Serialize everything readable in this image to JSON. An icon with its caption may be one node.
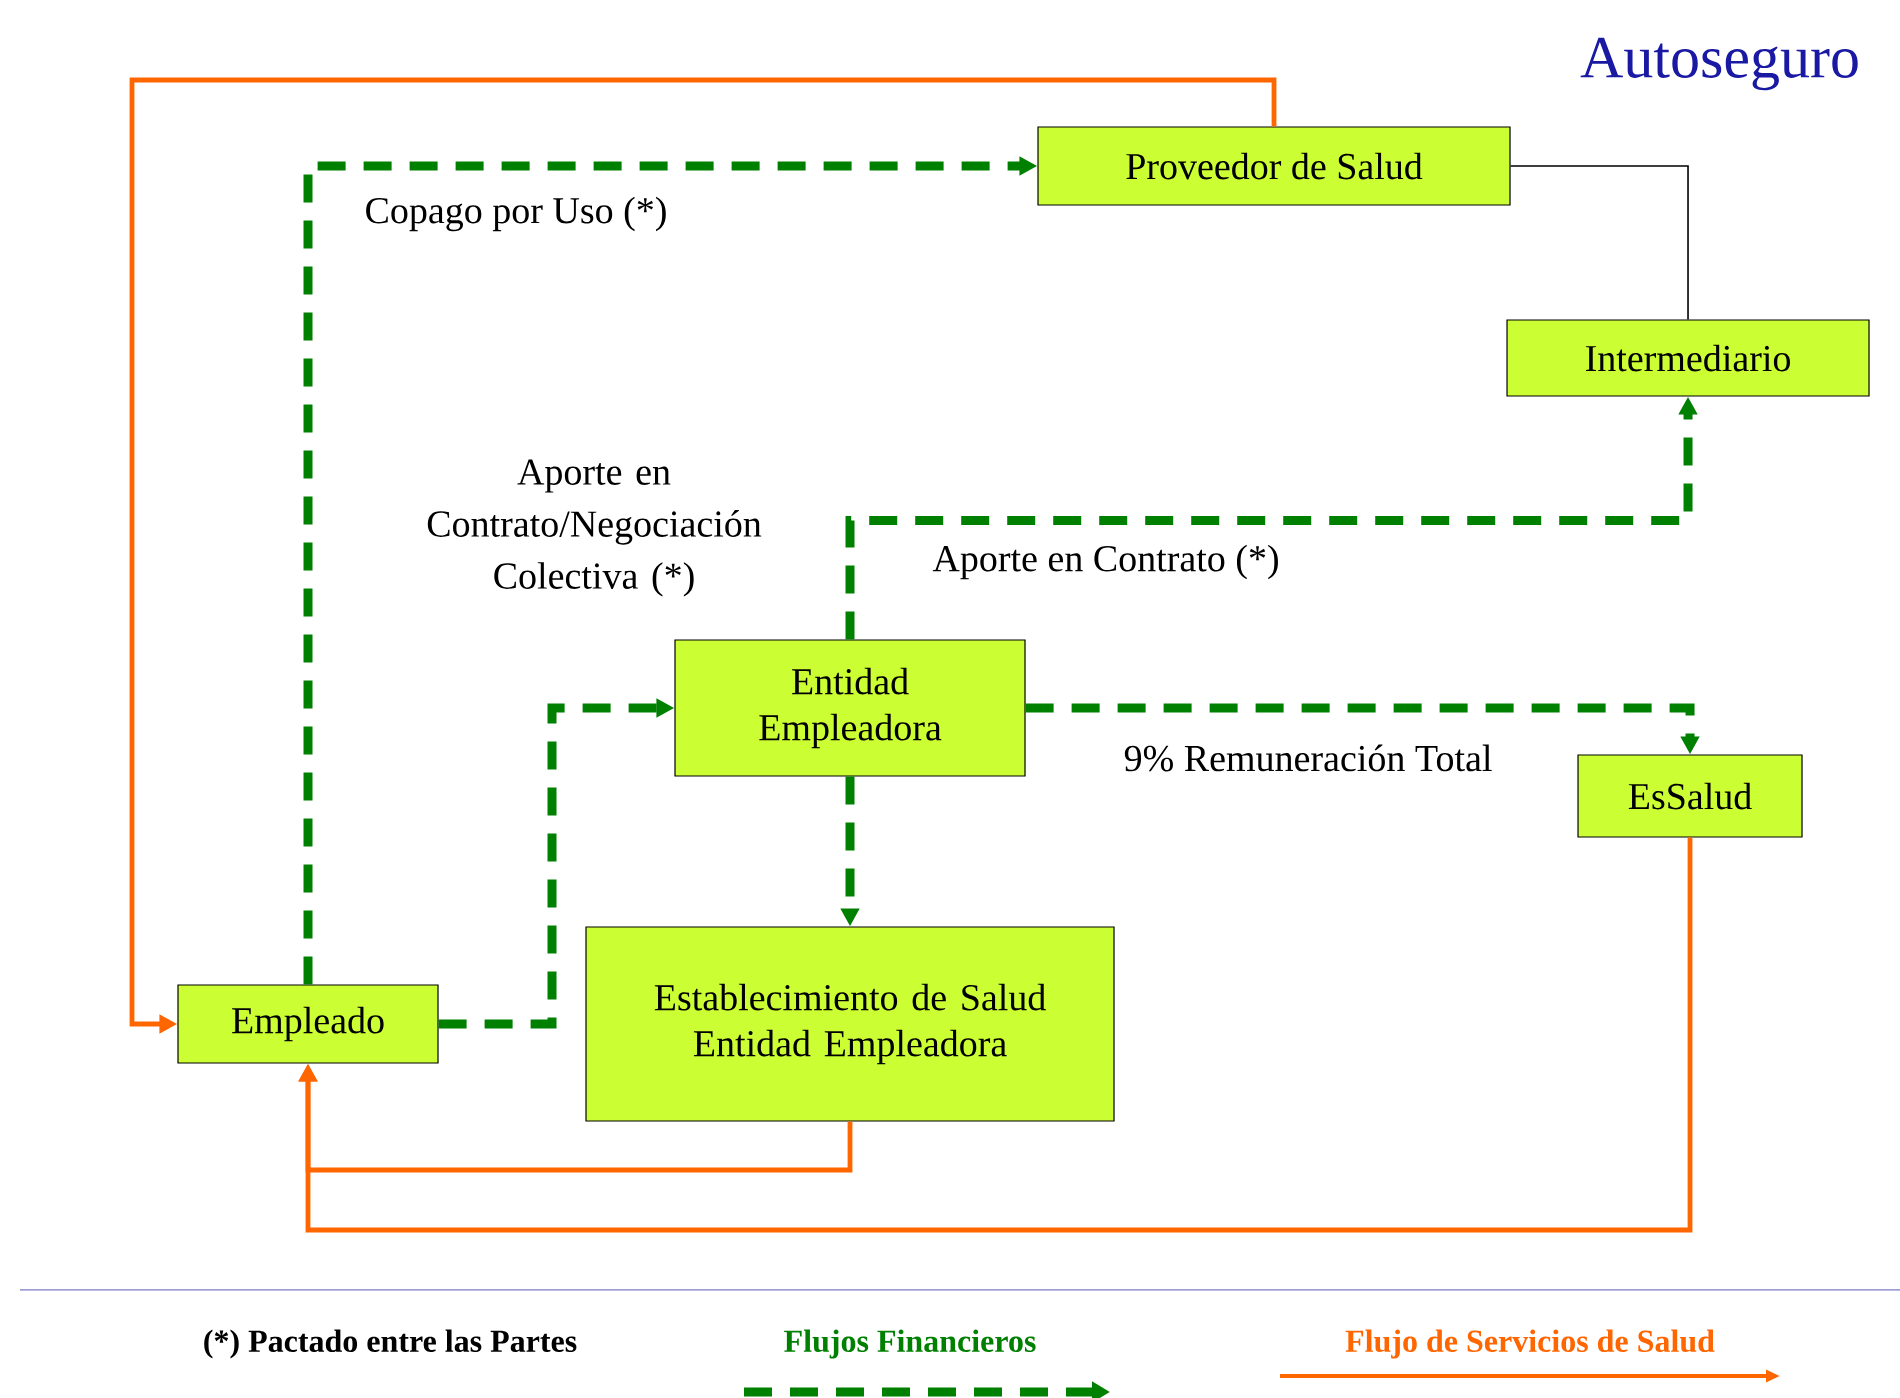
{
  "diagram": {
    "title": "Autoseguro",
    "nodes": [
      {
        "text": [
          "Proveedor de Salud"
        ]
      },
      {
        "text": [
          "Intermediario"
        ]
      },
      {
        "text": [
          "Entidad Empleadora"
        ]
      },
      {
        "text": [
          "EsSalud"
        ]
      },
      {
        "text": [
          "Empleado"
        ]
      },
      {
        "text": [
          "Establecimiento de Salud Entidad Empleadora"
        ]
      }
    ],
    "edges": [
      {
        "from": 4,
        "to": 0,
        "arrow": "to",
        "style": "dashed",
        "label": "Copago por Uso (*)"
      },
      {
        "from": 0,
        "to": 4,
        "arrow": "to",
        "color": "#ff6600"
      },
      {
        "from": 0,
        "to": 1,
        "arrow": "none",
        "color": "#000000"
      },
      {
        "from": 2,
        "to": 1,
        "arrow": "to",
        "style": "dashed",
        "label": "Aporte en Contrato (*)"
      },
      {
        "from": 4,
        "to": 2,
        "arrow": "to",
        "style": "dashed",
        "label": "Aporte en Contrato/Negociación Colectiva (*)"
      },
      {
        "from": 2,
        "to": 3,
        "arrow": "to",
        "style": "dashed",
        "label": "9% Remuneración Total"
      },
      {
        "from": 2,
        "to": 5,
        "arrow": "to",
        "style": "dashed"
      },
      {
        "from": 5,
        "to": 4,
        "arrow": "to",
        "color": "#ff6600"
      },
      {
        "from": 3,
        "to": 4,
        "arrow": "to",
        "color": "#ff6600"
      }
    ],
    "labels": [
      "(*) Pactado entre las Partes"
    ],
    "legend": [
      {
        "text": "Flujos Financieros"
      },
      {
        "text": "Flujo de Servicios de Salud"
      }
    ]
  }
}
